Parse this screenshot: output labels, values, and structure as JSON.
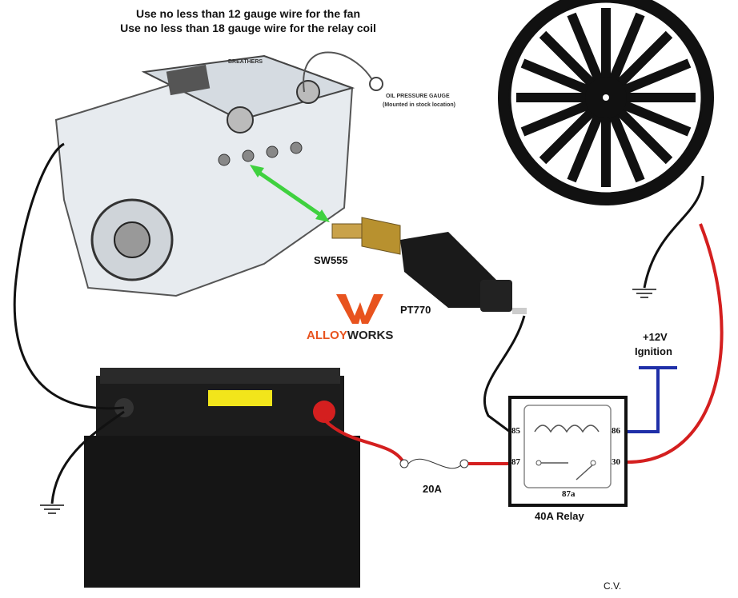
{
  "title": {
    "line1": "Use no less than 12 gauge wire for the fan",
    "line2": "Use no less than 18 gauge wire for the relay coil"
  },
  "engine": {
    "breathers_label": "BREATHERS",
    "gauge_label": "OIL PRESSURE GAUGE",
    "gauge_note": "(Mounted in stock location)"
  },
  "parts": {
    "sender": "SW555",
    "connector": "PT770",
    "fuse": "20A",
    "relay": "40A Relay",
    "ignition_line1": "+12V",
    "ignition_line2": "Ignition"
  },
  "relay_terminals": {
    "t85": "85",
    "t86": "86",
    "t87": "87",
    "t30": "30",
    "t87a": "87a"
  },
  "logo": {
    "text_red": "ALLOY",
    "text_dark": "WORKS"
  },
  "signature": "C.V.",
  "colors": {
    "red_wire": "#d41f1f",
    "blue_wire": "#1f2fa8",
    "black_wire": "#111111",
    "arrow": "#3fd13f",
    "logo_orange": "#e8531e"
  }
}
